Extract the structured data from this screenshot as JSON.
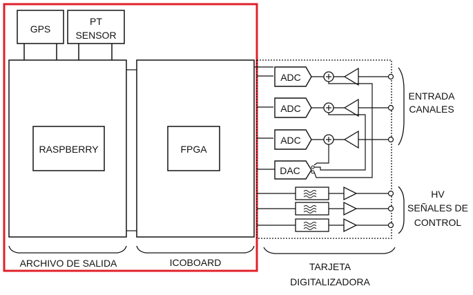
{
  "blocks": {
    "gps": "GPS",
    "pt_sensor_line1": "PT",
    "pt_sensor_line2": "SENSOR",
    "raspberry": "RASPBERRY",
    "fpga": "FPGA",
    "adc": "ADC",
    "dac": "DAC"
  },
  "group_labels": {
    "archivo": "ARCHIVO DE SALIDA",
    "icoboard": "ICOBOARD",
    "tarjeta_line1": "TARJETA",
    "tarjeta_line2": "DIGITALIZADORA",
    "entrada_line1": "ENTRADA",
    "entrada_line2": "CANALES",
    "hv_line1": "HV",
    "hv_line2": "SEÑALES DE",
    "hv_line3": "CONTROL"
  },
  "colors": {
    "highlight": "#e0202a",
    "line": "#111111"
  }
}
